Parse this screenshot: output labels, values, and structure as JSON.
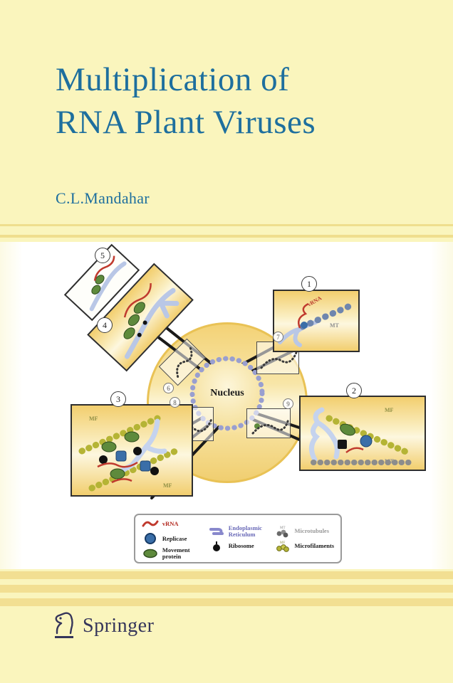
{
  "cover": {
    "title_line1": "Multiplication of",
    "title_line2": "RNA Plant Viruses",
    "author": "C.L.Mandahar",
    "publisher": "Springer"
  },
  "colors": {
    "background": "#FAF5BD",
    "title_teal": "#1E6F9E",
    "stripe_gold": "#F2DF92",
    "cell_gold": "#F3D276",
    "vrna_red": "#B93A2C",
    "er_purple": "#6A6AB8",
    "microtubule_gray": "#9A9A9A",
    "publisher_navy": "#35355A"
  },
  "diagram": {
    "nucleus_label": "Nucleus",
    "steps": {
      "box1": "1",
      "box2": "2",
      "box3": "3",
      "box4": "4",
      "box5": "5"
    },
    "inner_steps": {
      "i1": "6",
      "i2": "7",
      "i3": "8",
      "i4": "9"
    },
    "annotations": {
      "vrna": "vRNA",
      "mt": "MT",
      "mf": "MF"
    },
    "legend": {
      "items": [
        {
          "icon": "vrna-squiggle-icon",
          "label": "vRNA"
        },
        {
          "icon": "replicase-icon",
          "label": "Replicase"
        },
        {
          "icon": "movement-protein-icon",
          "label": "Movement protein"
        },
        {
          "icon": "endoplasmic-reticulum-icon",
          "label": "Endoplasmic Reticulum"
        },
        {
          "icon": "ribosome-icon",
          "label": "Ribosome"
        },
        {
          "icon": "microtubules-icon",
          "label": "Microtubules"
        },
        {
          "icon": "microfilaments-icon",
          "label": "Microfilaments"
        }
      ]
    }
  }
}
